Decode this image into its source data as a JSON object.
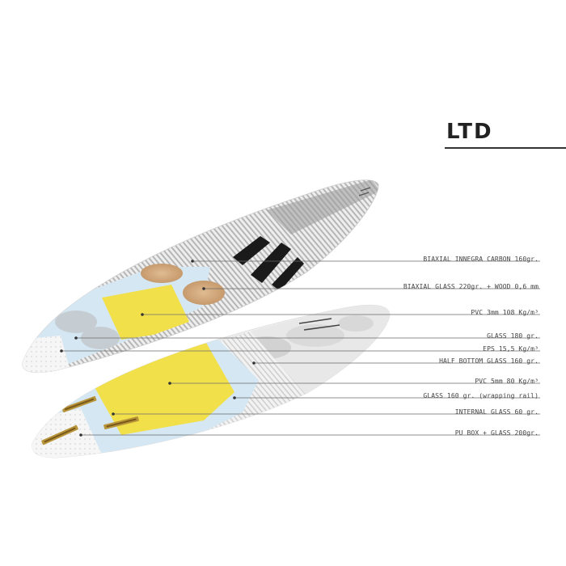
{
  "title": "LTD",
  "layers": [
    {
      "label": "BIAXIAL INNEGRA CARBON 160gr."
    },
    {
      "label": "BIAXIAL GLASS 220gr. + WOOD 0,6 mm"
    },
    {
      "label": "PVC 3mm 108 Kg/m³"
    },
    {
      "label": "GLASS 180 gr."
    },
    {
      "label": "EPS 15,5 Kg/m³"
    },
    {
      "label": "HALF BOTTOM GLASS 160 gr."
    },
    {
      "label": "PVC 5mm 80 Kg/m³"
    },
    {
      "label": "GLASS 160 gr. (wrapping rail)"
    },
    {
      "label": "INTERNAL GLASS 60 gr."
    },
    {
      "label": "PU BOX + GLASS 200gr."
    }
  ],
  "colors": {
    "carbon": "#b8b8b8",
    "glass_blue": "#d4e7f3",
    "pvc_yellow": "#f2e04a",
    "wood": "#d2a87e",
    "eps": "#e6e6e6",
    "fin_box": "#b8943a",
    "leader_line": "#6a6a6a"
  }
}
